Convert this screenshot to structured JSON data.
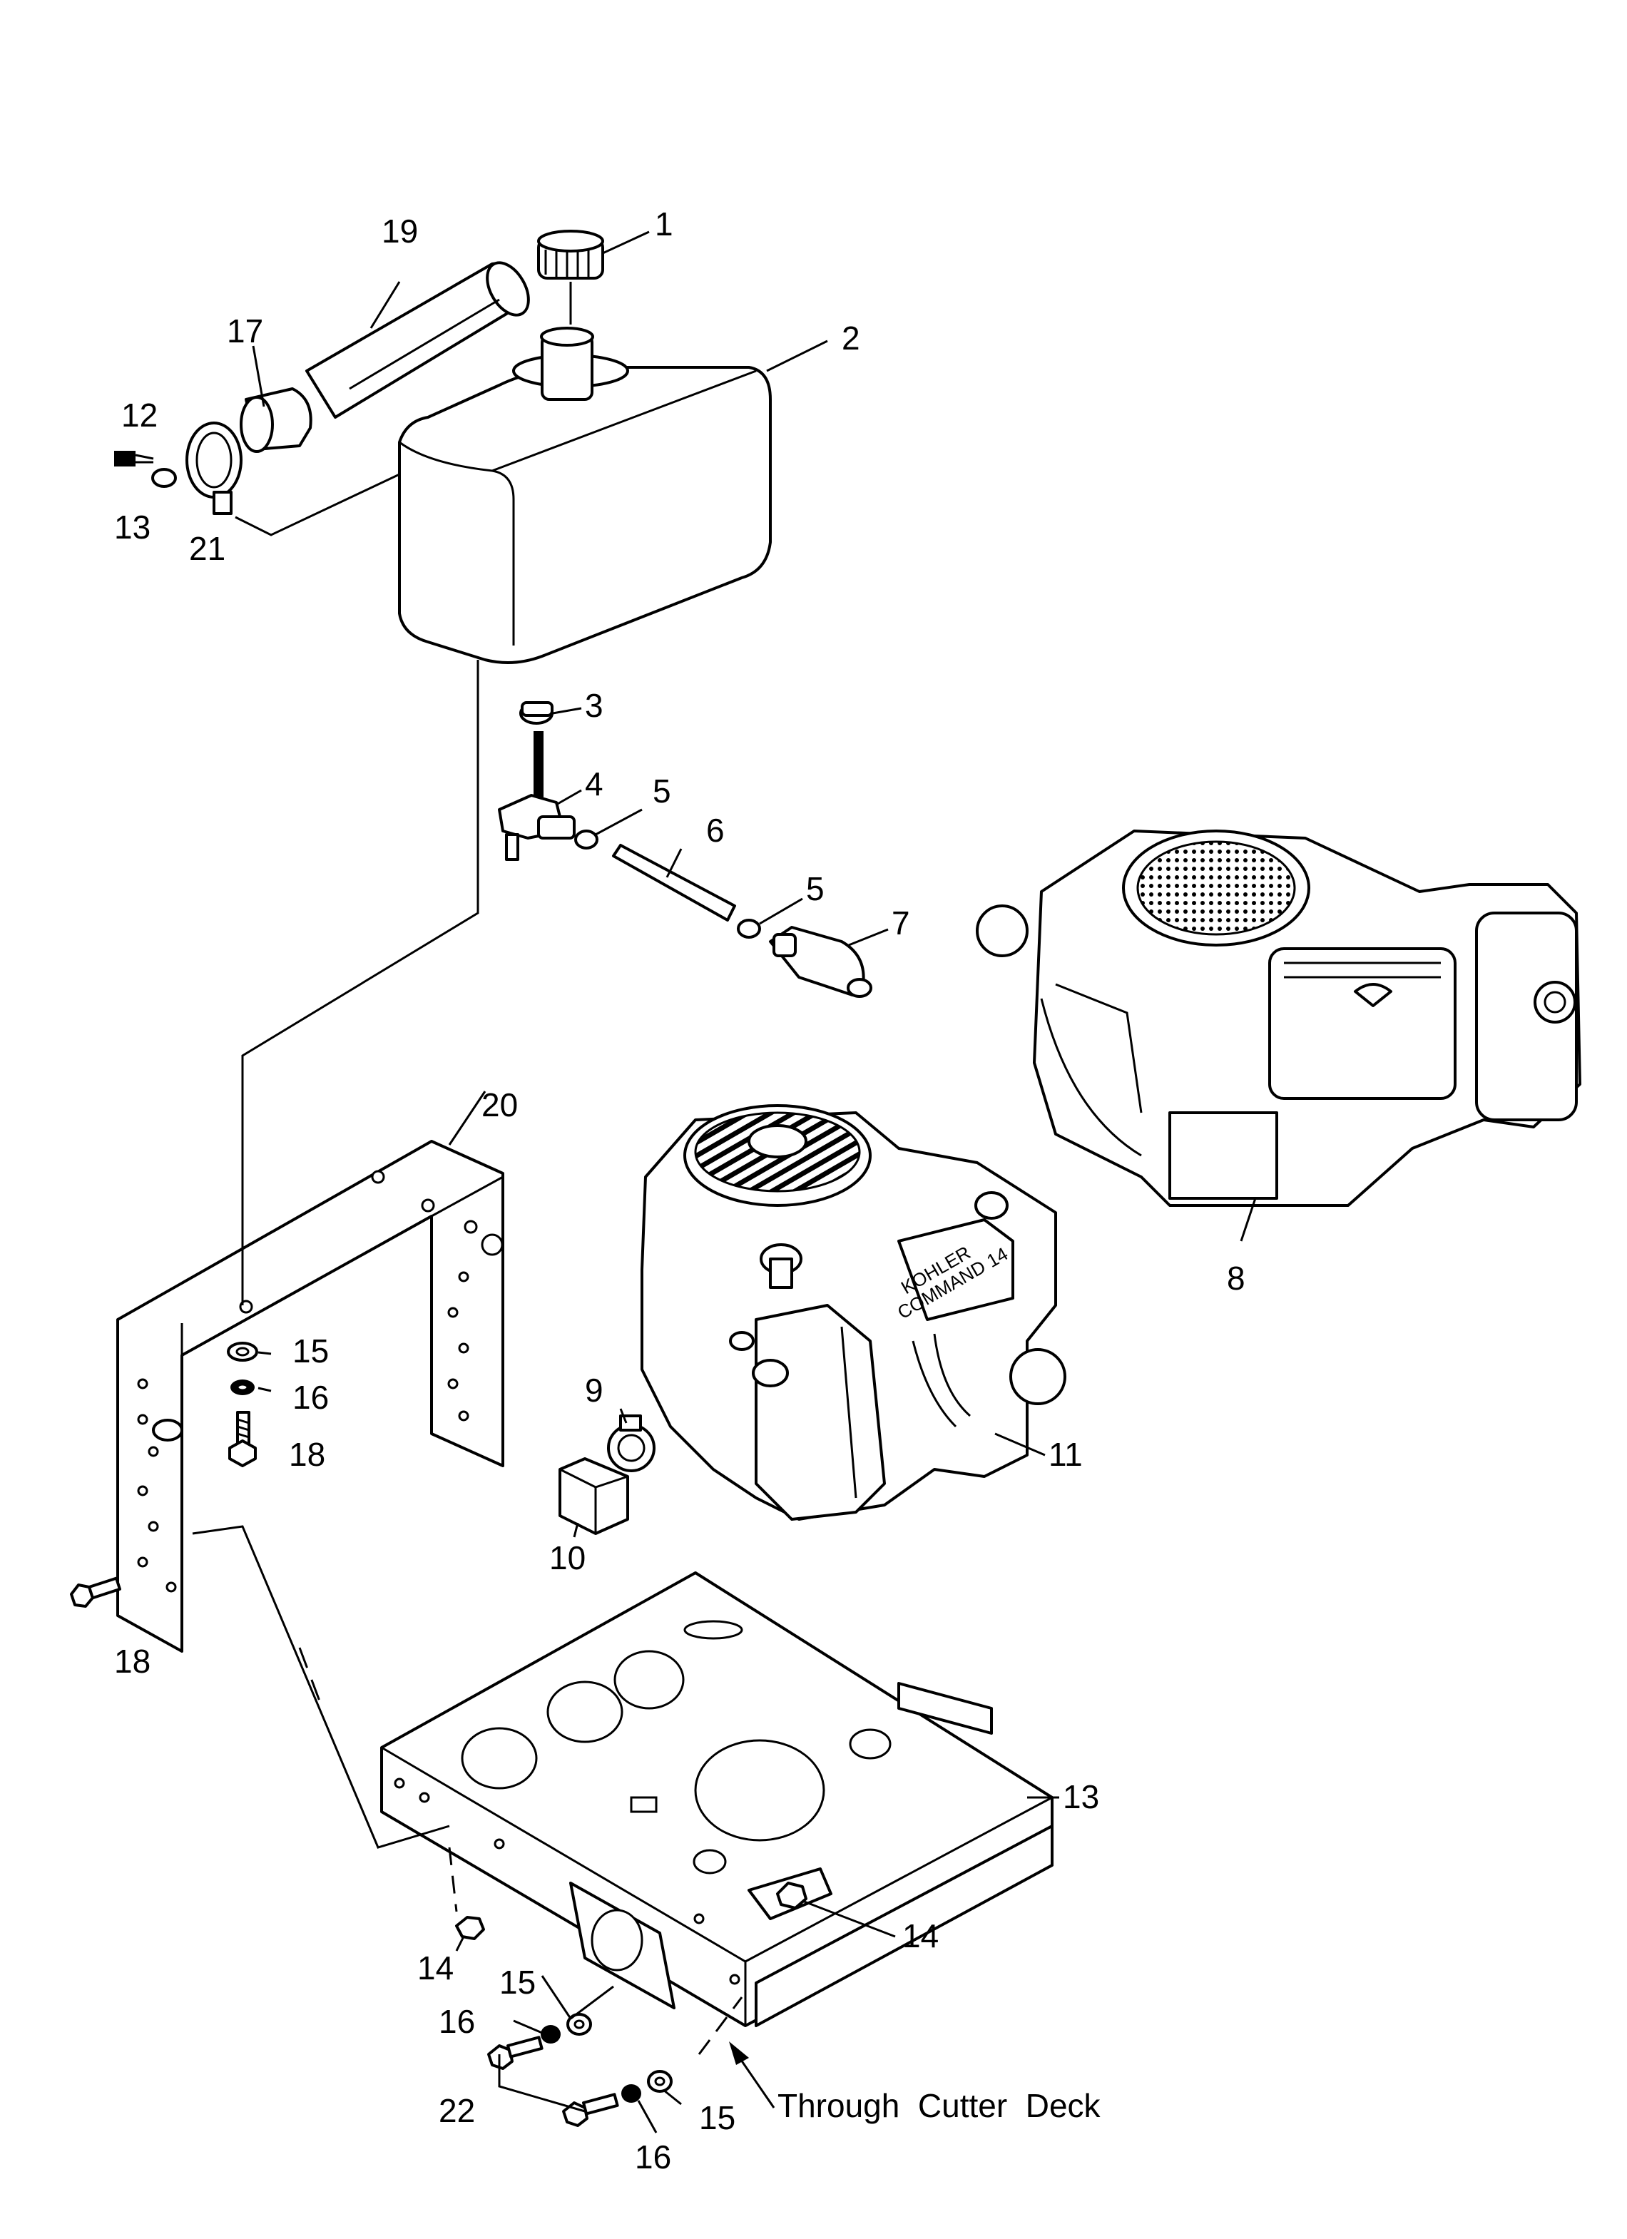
{
  "diagram": {
    "callouts": [
      {
        "id": "c1",
        "text": "1"
      },
      {
        "id": "c2",
        "text": "2"
      },
      {
        "id": "c3",
        "text": "3"
      },
      {
        "id": "c4",
        "text": "4"
      },
      {
        "id": "c5a",
        "text": "5"
      },
      {
        "id": "c5b",
        "text": "5"
      },
      {
        "id": "c6",
        "text": "6"
      },
      {
        "id": "c7",
        "text": "7"
      },
      {
        "id": "c8",
        "text": "8"
      },
      {
        "id": "c9",
        "text": "9"
      },
      {
        "id": "c10",
        "text": "10"
      },
      {
        "id": "c11",
        "text": "11"
      },
      {
        "id": "c12",
        "text": "12"
      },
      {
        "id": "c13a",
        "text": "13"
      },
      {
        "id": "c13b",
        "text": "13"
      },
      {
        "id": "c14a",
        "text": "14"
      },
      {
        "id": "c14b",
        "text": "14"
      },
      {
        "id": "c15a",
        "text": "15"
      },
      {
        "id": "c15b",
        "text": "15"
      },
      {
        "id": "c15c",
        "text": "15"
      },
      {
        "id": "c16a",
        "text": "16"
      },
      {
        "id": "c16b",
        "text": "16"
      },
      {
        "id": "c16c",
        "text": "16"
      },
      {
        "id": "c17",
        "text": "17"
      },
      {
        "id": "c18a",
        "text": "18"
      },
      {
        "id": "c18b",
        "text": "18"
      },
      {
        "id": "c19",
        "text": "19"
      },
      {
        "id": "c20",
        "text": "20"
      },
      {
        "id": "c21",
        "text": "21"
      },
      {
        "id": "c22",
        "text": "22"
      }
    ],
    "annotation": "Through  Cutter  Deck",
    "engine_text_line1": "KOHLER",
    "engine_text_line2": "COMMAND 14"
  }
}
